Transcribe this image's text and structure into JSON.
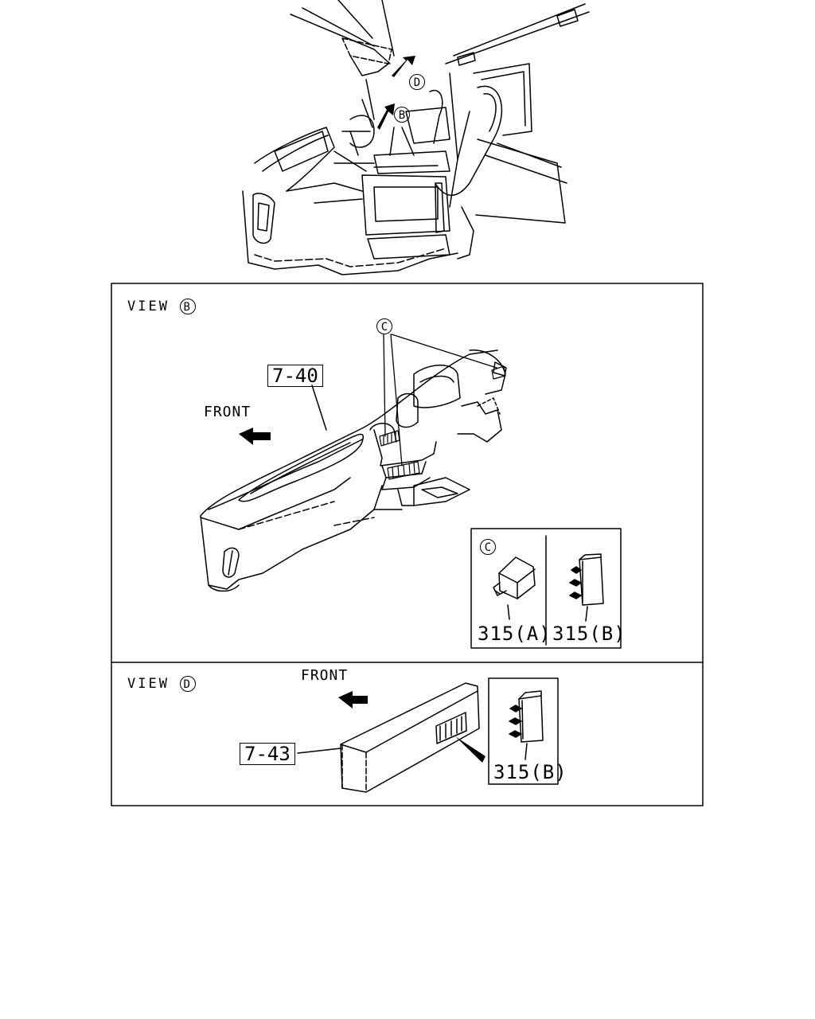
{
  "overview": {
    "marker_d": "D",
    "marker_b": "B"
  },
  "view_b": {
    "title": "VIEW",
    "marker": "B",
    "callout_c": "C",
    "ref_label": "7-40",
    "front_label": "FRONT",
    "detail_marker": "C",
    "part_a": "315(A)",
    "part_b": "315(B)"
  },
  "view_d": {
    "title": "VIEW",
    "marker": "D",
    "ref_label": "7-43",
    "front_label": "FRONT",
    "part_b": "315(B)"
  }
}
